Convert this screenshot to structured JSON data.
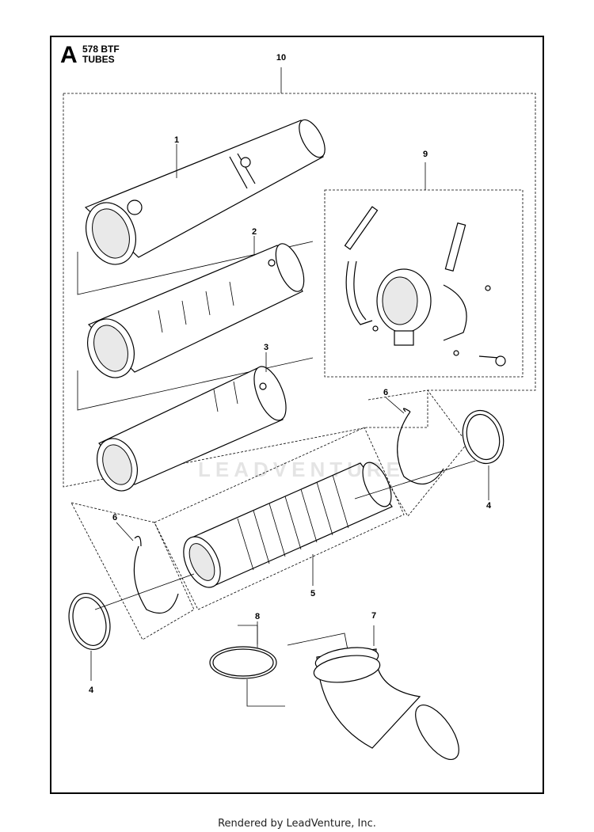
{
  "header": {
    "section_letter": "A",
    "model": "578 BTF",
    "subtitle": "TUBES"
  },
  "callouts": [
    {
      "id": "c1",
      "label": "1"
    },
    {
      "id": "c2",
      "label": "2"
    },
    {
      "id": "c3",
      "label": "3"
    },
    {
      "id": "c4a",
      "label": "4"
    },
    {
      "id": "c4b",
      "label": "4"
    },
    {
      "id": "c5",
      "label": "5"
    },
    {
      "id": "c6a",
      "label": "6"
    },
    {
      "id": "c6b",
      "label": "6"
    },
    {
      "id": "c7",
      "label": "7"
    },
    {
      "id": "c8",
      "label": "8"
    },
    {
      "id": "c9",
      "label": "9"
    },
    {
      "id": "c10",
      "label": "10"
    }
  ],
  "watermark": "LEADVENTURE",
  "footer": "Rendered by LeadVenture, Inc."
}
